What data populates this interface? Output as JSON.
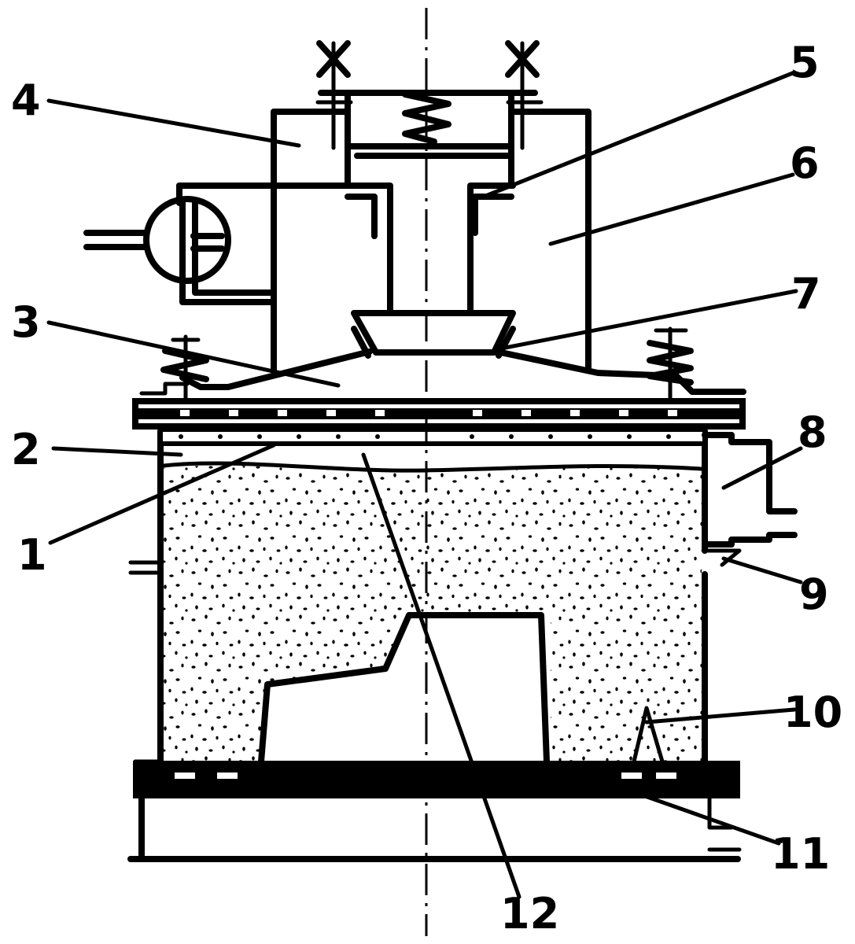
{
  "labels": {
    "1": "1",
    "2": "2",
    "3": "3",
    "4": "4",
    "5": "5",
    "6": "6",
    "7": "7",
    "8": "8",
    "9": "9",
    "10": "10",
    "11": "11",
    "12": "12"
  },
  "colors": {
    "ink": "#000000",
    "paper": "#ffffff"
  }
}
